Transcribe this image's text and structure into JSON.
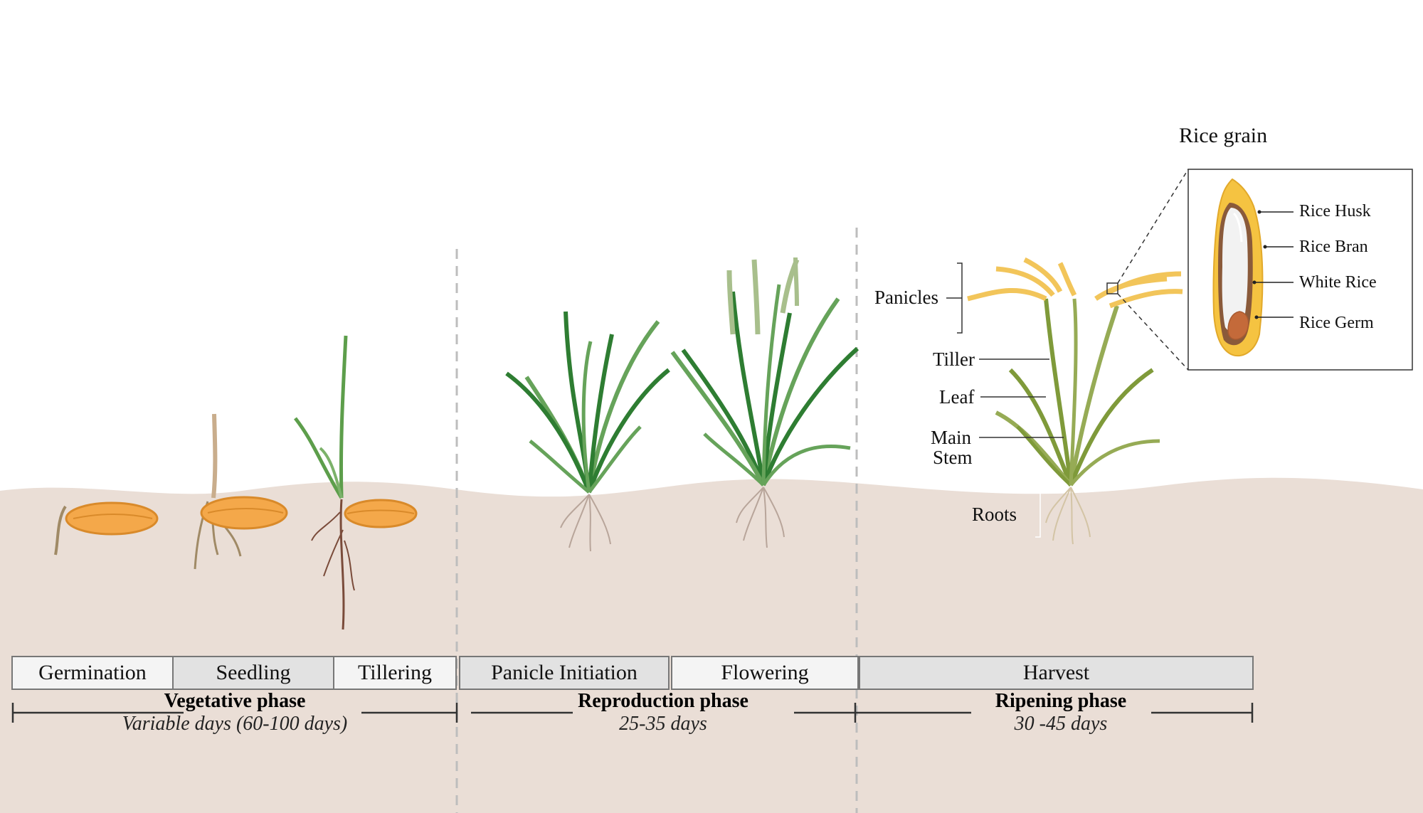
{
  "colors": {
    "soil": "#eaded6",
    "seed": "#f4a84a",
    "seed_edge": "#d98a2a",
    "leaf_dark": "#2e7d32",
    "leaf_light": "#66a35a",
    "ripe_leaf": "#7f9a3a",
    "panicle_gold": "#f2c55a",
    "root": "#b8a59a"
  },
  "grain_section": {
    "title": "Rice grain",
    "labels": {
      "husk": "Rice Husk",
      "bran": "Rice Bran",
      "white": "White Rice",
      "germ": "Rice Germ"
    }
  },
  "plant_parts": {
    "panicles": "Panicles",
    "tiller": "Tiller",
    "leaf": "Leaf",
    "main_stem_line1": "Main",
    "main_stem_line2": "Stem",
    "roots": "Roots"
  },
  "stages": [
    {
      "label": "Germination"
    },
    {
      "label": "Seedling"
    },
    {
      "label": "Tillering"
    },
    {
      "label": "Panicle Initiation"
    },
    {
      "label": "Flowering"
    },
    {
      "label": "Harvest"
    }
  ],
  "phases": [
    {
      "name": "Vegetative phase",
      "days": "Variable days (60-100 days)"
    },
    {
      "name": "Reproduction phase",
      "days": "25-35 days"
    },
    {
      "name": "Ripening phase",
      "days": "30 -45 days"
    }
  ]
}
